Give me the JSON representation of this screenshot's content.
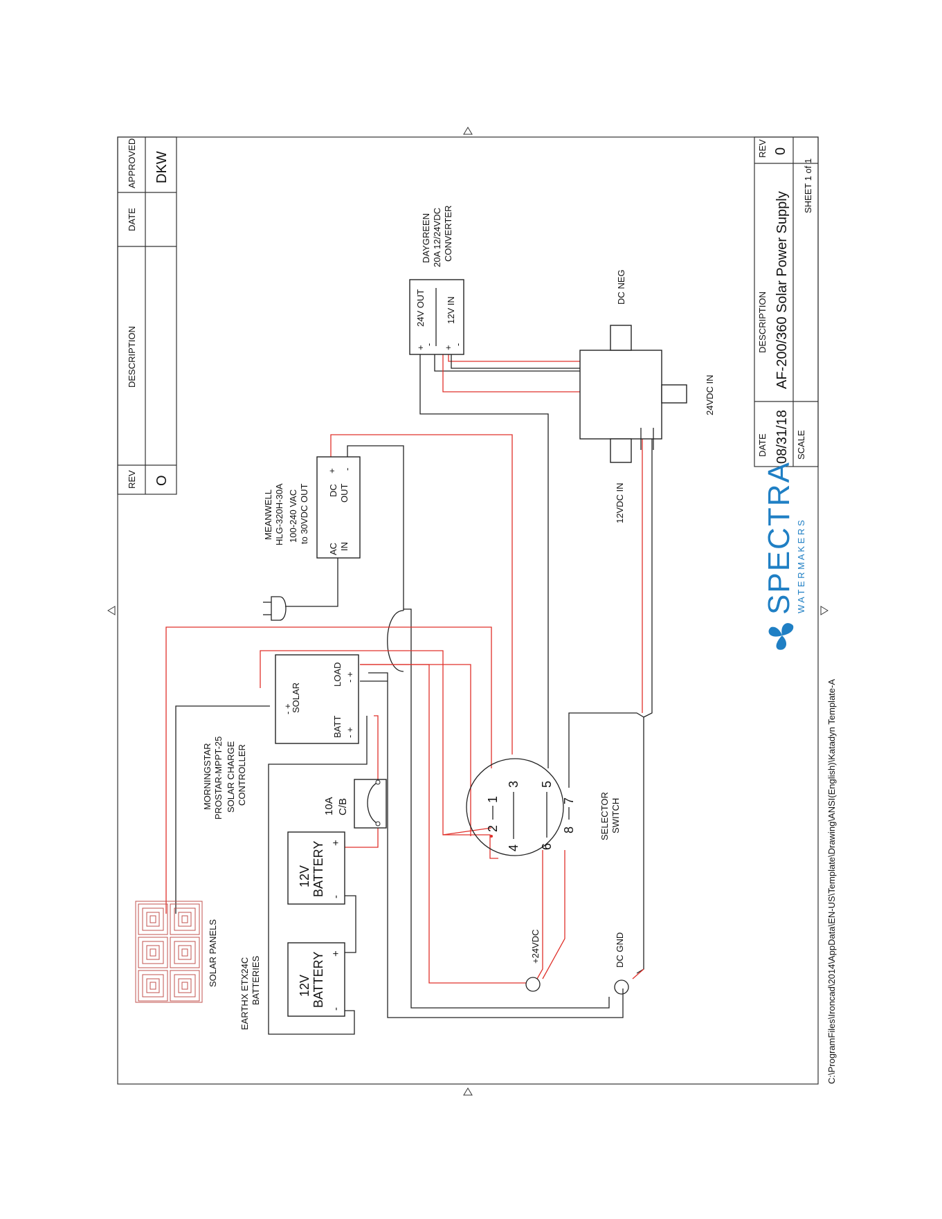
{
  "rev_block": {
    "rev_label": "REV",
    "description_label": "DESCRIPTION",
    "date_label": "DATE",
    "approved_label": "APPROVED",
    "rev_value": "O",
    "approved_value": "DKW"
  },
  "title_block": {
    "date_label": "DATE",
    "date_value": "08/31/18",
    "description_label": "DESCRIPTION",
    "description_value": "AF-200/360 Solar Power Supply",
    "rev_label": "REV",
    "rev_value": "0",
    "scale_label": "SCALE",
    "sheet": "SHEET  1 of 1"
  },
  "logo": {
    "brand": "SPECTRA",
    "sub": "W A T E R M A K E R S"
  },
  "file_path": "C:\\ProgramFiles\\Ironcad\\2014\\AppData\\EN-US\\Template\\Drawing\\ANSI(English)\\Katadyn Template-A",
  "components": {
    "converter": {
      "line1": "DAYGREEN",
      "line2": "20A 12/24VDC",
      "line3": "CONVERTER",
      "out_label": "24V OUT",
      "in_label": "12V IN",
      "plus1": "+",
      "minus1": "-",
      "plus2": "+",
      "minus2": "-"
    },
    "dc_neg": "DC NEG",
    "in_24vdc": "24VDC IN",
    "in_12vdc": "12VDC IN",
    "meanwell": {
      "line1": "MEANWELL",
      "line2": "HLG-320H-30A",
      "line3": "100-240 VAC",
      "line4": "to 30VDC OUT",
      "ac": "AC",
      "in": "IN",
      "dc": "DC",
      "out": "OUT",
      "plus": "+",
      "minus": "-"
    },
    "controller": {
      "line1": "MORNINGSTAR",
      "line2": "PROSTAR-MPPT-25",
      "line3": "SOLAR CHARGE",
      "line4": "CONTROLLER",
      "solar": "SOLAR",
      "batt": "BATT",
      "load": "LOAD",
      "solar_pm": "-  +",
      "batt_pm": "-  +",
      "load_pm": "-  +"
    },
    "breaker": {
      "line1": "10A",
      "line2": "C/B"
    },
    "battery": {
      "line1": "12V",
      "line2": "BATTERY",
      "plus": "+",
      "minus": "-"
    },
    "batteries_label": {
      "line1": "EARTHX ETX24C",
      "line2": "BATTERIES"
    },
    "solar_panels": "SOLAR PANELS",
    "selector": {
      "line1": "SELECTOR",
      "line2": "SWITCH",
      "p1": "1",
      "p2": "2",
      "p3": "3",
      "p4": "4",
      "p5": "5",
      "p6": "6",
      "p7": "7",
      "p8": "8"
    },
    "out_24vdc": "+24VDC",
    "dc_gnd": "DC GND"
  }
}
